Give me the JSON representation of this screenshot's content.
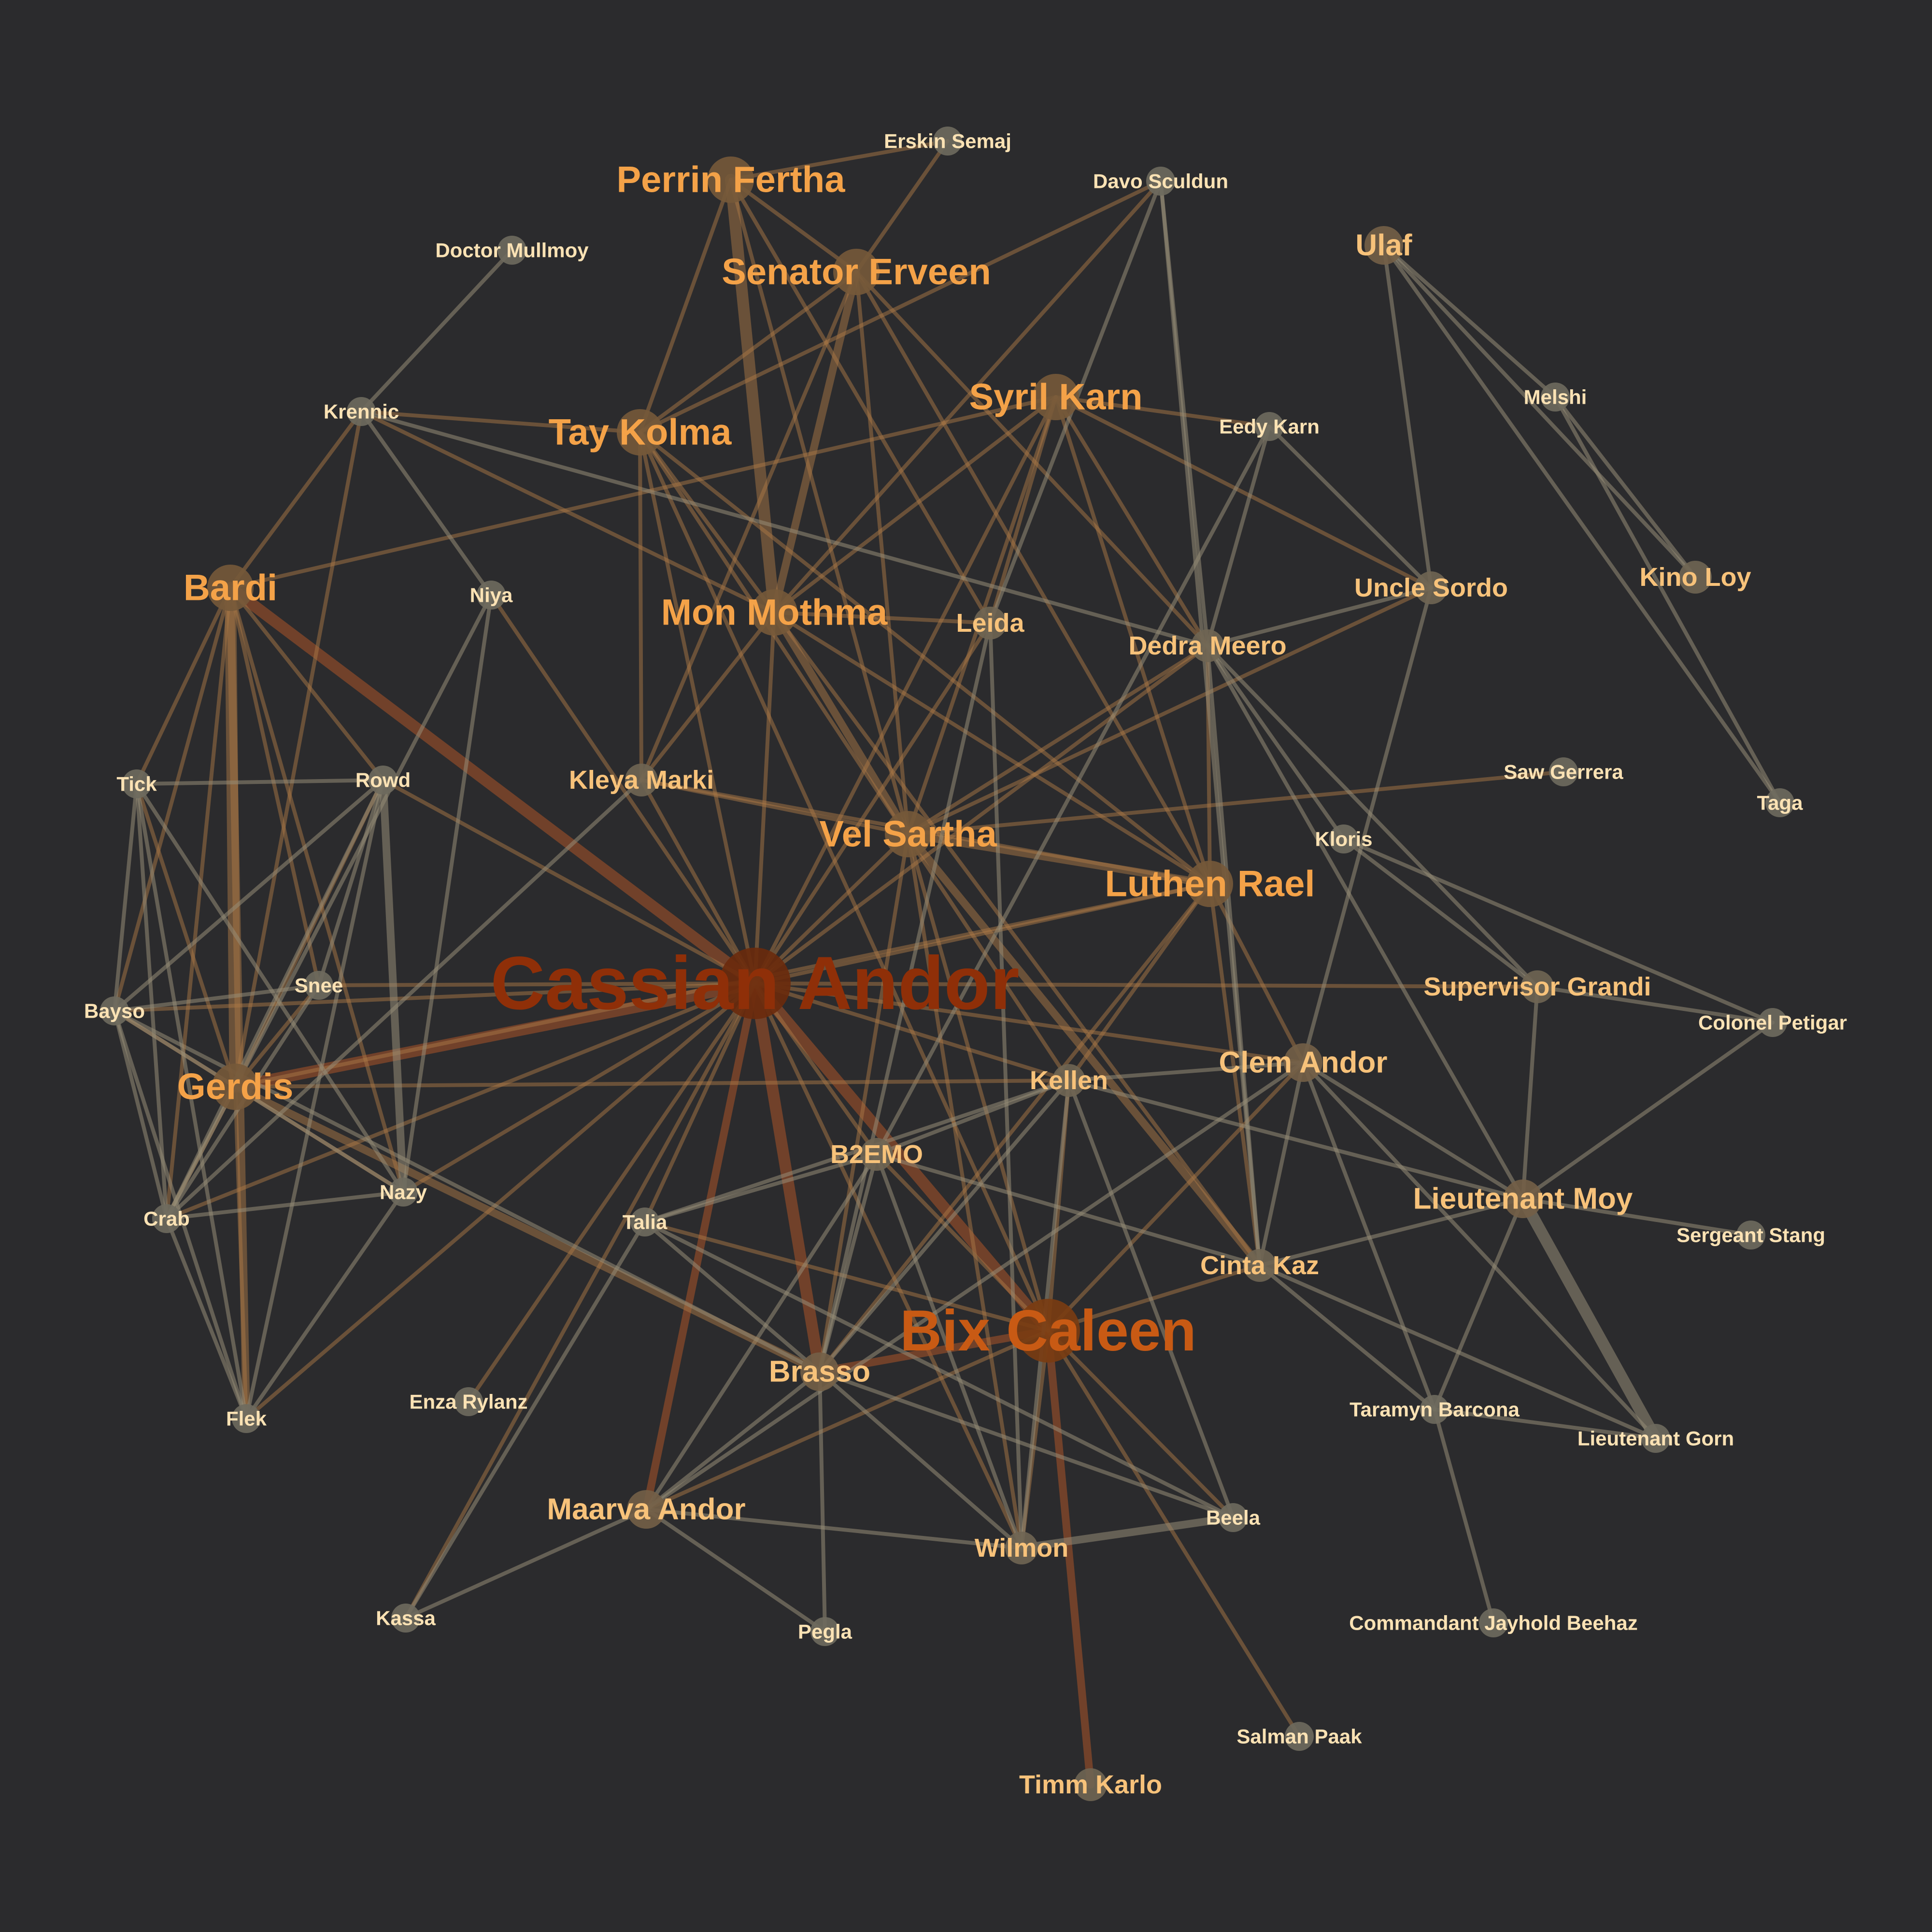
{
  "colors": {
    "background": "#2b2b2d",
    "node_default": "#6e6a5e",
    "label_minor": "#fbe2b4",
    "label_mid": "#f7c27a",
    "label_major": "#f4a248",
    "label_top": "#c85a14",
    "label_center": "#8f2f08"
  },
  "nodes": [
    {
      "id": "cassian",
      "label": "Cassian Andor",
      "tier": 5
    },
    {
      "id": "bix",
      "label": "Bix Caleen",
      "tier": 4
    },
    {
      "id": "mon",
      "label": "Mon Mothma",
      "tier": 3
    },
    {
      "id": "vel",
      "label": "Vel Sartha",
      "tier": 3
    },
    {
      "id": "luthen",
      "label": "Luthen Rael",
      "tier": 3
    },
    {
      "id": "syril",
      "label": "Syril Karn",
      "tier": 3
    },
    {
      "id": "erveen",
      "label": "Senator Erveen",
      "tier": 3
    },
    {
      "id": "perrin",
      "label": "Perrin Fertha",
      "tier": 3
    },
    {
      "id": "tay",
      "label": "Tay Kolma",
      "tier": 3
    },
    {
      "id": "bardi",
      "label": "Bardi",
      "tier": 3
    },
    {
      "id": "gerdis",
      "label": "Gerdis",
      "tier": 3
    },
    {
      "id": "clem",
      "label": "Clem Andor",
      "tier": 2
    },
    {
      "id": "maarva",
      "label": "Maarva Andor",
      "tier": 2
    },
    {
      "id": "brasso",
      "label": "Brasso",
      "tier": 2
    },
    {
      "id": "ulaf",
      "label": "Ulaf",
      "tier": 2
    },
    {
      "id": "moy",
      "label": "Lieutenant Moy",
      "tier": 2
    },
    {
      "id": "dedra",
      "label": "Dedra Meero",
      "tier": 1
    },
    {
      "id": "kleya",
      "label": "Kleya Marki",
      "tier": 1
    },
    {
      "id": "cinta",
      "label": "Cinta Kaz",
      "tier": 1
    },
    {
      "id": "leida",
      "label": "Leida",
      "tier": 1
    },
    {
      "id": "sordo",
      "label": "Uncle Sordo",
      "tier": 1
    },
    {
      "id": "grandi",
      "label": "Supervisor Grandi",
      "tier": 1
    },
    {
      "id": "kino",
      "label": "Kino Loy",
      "tier": 1
    },
    {
      "id": "wilmon",
      "label": "Wilmon",
      "tier": 1
    },
    {
      "id": "kellen",
      "label": "Kellen",
      "tier": 1
    },
    {
      "id": "b2emo",
      "label": "B2EMO",
      "tier": 1
    },
    {
      "id": "timm",
      "label": "Timm Karlo",
      "tier": 1
    },
    {
      "id": "davo",
      "label": "Davo Sculdun",
      "tier": 0
    },
    {
      "id": "erskin",
      "label": "Erskin Semaj",
      "tier": 0
    },
    {
      "id": "mullmoy",
      "label": "Doctor Mullmoy",
      "tier": 0
    },
    {
      "id": "krennic",
      "label": "Krennic",
      "tier": 0
    },
    {
      "id": "eedy",
      "label": "Eedy Karn",
      "tier": 0
    },
    {
      "id": "melshi",
      "label": "Melshi",
      "tier": 0
    },
    {
      "id": "niya",
      "label": "Niya",
      "tier": 0
    },
    {
      "id": "saw",
      "label": "Saw Gerrera",
      "tier": 0
    },
    {
      "id": "taga",
      "label": "Taga",
      "tier": 0
    },
    {
      "id": "kloris",
      "label": "Kloris",
      "tier": 0
    },
    {
      "id": "tick",
      "label": "Tick",
      "tier": 0
    },
    {
      "id": "rowd",
      "label": "Rowd",
      "tier": 0
    },
    {
      "id": "snee",
      "label": "Snee",
      "tier": 0
    },
    {
      "id": "bayso",
      "label": "Bayso",
      "tier": 0
    },
    {
      "id": "colonel",
      "label": "Colonel Petigar",
      "tier": 0
    },
    {
      "id": "crab",
      "label": "Crab",
      "tier": 0
    },
    {
      "id": "nazy",
      "label": "Nazy",
      "tier": 0
    },
    {
      "id": "talia",
      "label": "Talia",
      "tier": 0
    },
    {
      "id": "stang",
      "label": "Sergeant Stang",
      "tier": 0
    },
    {
      "id": "enza",
      "label": "Enza Rylanz",
      "tier": 0
    },
    {
      "id": "flek",
      "label": "Flek",
      "tier": 0
    },
    {
      "id": "taramyn",
      "label": "Taramyn Barcona",
      "tier": 0
    },
    {
      "id": "gorn",
      "label": "Lieutenant Gorn",
      "tier": 0
    },
    {
      "id": "beela",
      "label": "Beela",
      "tier": 0
    },
    {
      "id": "kassa",
      "label": "Kassa",
      "tier": 0
    },
    {
      "id": "pegla",
      "label": "Pegla",
      "tier": 0
    },
    {
      "id": "beehaz",
      "label": "Commandant Jayhold Beehaz",
      "tier": 0
    },
    {
      "id": "salman",
      "label": "Salman Paak",
      "tier": 0
    }
  ],
  "edges": [
    [
      "cassian",
      "bix",
      3
    ],
    [
      "cassian",
      "gerdis",
      3
    ],
    [
      "cassian",
      "bardi",
      3
    ],
    [
      "cassian",
      "brasso",
      3
    ],
    [
      "cassian",
      "maarva",
      2
    ],
    [
      "cassian",
      "mon",
      1
    ],
    [
      "cassian",
      "vel",
      1
    ],
    [
      "cassian",
      "luthen",
      1
    ],
    [
      "cassian",
      "syril",
      1
    ],
    [
      "cassian",
      "kleya",
      1
    ],
    [
      "cassian",
      "b2emo",
      1
    ],
    [
      "cassian",
      "kellen",
      1
    ],
    [
      "cassian",
      "talia",
      1
    ],
    [
      "cassian",
      "nazy",
      1
    ],
    [
      "cassian",
      "snee",
      1
    ],
    [
      "cassian",
      "bayso",
      1
    ],
    [
      "cassian",
      "crab",
      1
    ],
    [
      "cassian",
      "wilmon",
      1
    ],
    [
      "cassian",
      "kassa",
      1
    ],
    [
      "cassian",
      "enza",
      1
    ],
    [
      "cassian",
      "grandi",
      1
    ],
    [
      "cassian",
      "clem",
      1
    ],
    [
      "cassian",
      "dedra",
      1
    ],
    [
      "cassian",
      "leida",
      1
    ],
    [
      "cassian",
      "tay",
      1
    ],
    [
      "cassian",
      "niya",
      1
    ],
    [
      "cassian",
      "rowd",
      1
    ],
    [
      "cassian",
      "flek",
      1
    ],
    [
      "bix",
      "brasso",
      2
    ],
    [
      "bix",
      "maarva",
      1
    ],
    [
      "bix",
      "wilmon",
      1
    ],
    [
      "bix",
      "cinta",
      1
    ],
    [
      "bix",
      "clem",
      1
    ],
    [
      "bix",
      "beela",
      1
    ],
    [
      "bix",
      "timm",
      2
    ],
    [
      "bix",
      "salman",
      1
    ],
    [
      "bix",
      "kellen",
      1
    ],
    [
      "bix",
      "b2emo",
      1
    ],
    [
      "bix",
      "vel",
      1
    ],
    [
      "bix",
      "talia",
      1
    ],
    [
      "mon",
      "perrin",
      3
    ],
    [
      "mon",
      "erveen",
      2
    ],
    [
      "mon",
      "tay",
      1
    ],
    [
      "mon",
      "vel",
      2
    ],
    [
      "mon",
      "luthen",
      1
    ],
    [
      "mon",
      "kleya",
      1
    ],
    [
      "mon",
      "leida",
      1
    ],
    [
      "mon",
      "davo",
      1
    ],
    [
      "mon",
      "cinta",
      1
    ],
    [
      "mon",
      "syril",
      1
    ],
    [
      "mon",
      "krennic",
      1
    ],
    [
      "vel",
      "luthen",
      2
    ],
    [
      "vel",
      "cinta",
      2
    ],
    [
      "vel",
      "kleya",
      1
    ],
    [
      "vel",
      "saw",
      1
    ],
    [
      "vel",
      "perrin",
      1
    ],
    [
      "vel",
      "erveen",
      1
    ],
    [
      "vel",
      "syril",
      1
    ],
    [
      "vel",
      "dedra",
      1
    ],
    [
      "vel",
      "brasso",
      1
    ],
    [
      "vel",
      "sordo",
      1
    ],
    [
      "vel",
      "wilmon",
      1
    ],
    [
      "luthen",
      "kleya",
      1
    ],
    [
      "luthen",
      "cinta",
      1
    ],
    [
      "luthen",
      "clem",
      1
    ],
    [
      "luthen",
      "kellen",
      1
    ],
    [
      "luthen",
      "erveen",
      1
    ],
    [
      "luthen",
      "tay",
      1
    ],
    [
      "luthen",
      "syril",
      1
    ],
    [
      "luthen",
      "dedra",
      1
    ],
    [
      "luthen",
      "gerdis",
      1
    ],
    [
      "luthen",
      "brasso",
      1
    ],
    [
      "syril",
      "eedy",
      1
    ],
    [
      "syril",
      "dedra",
      1
    ],
    [
      "syril",
      "sordo",
      1
    ],
    [
      "syril",
      "bardi",
      1
    ],
    [
      "syril",
      "leida",
      1
    ],
    [
      "erveen",
      "perrin",
      1
    ],
    [
      "erveen",
      "erskin",
      1
    ],
    [
      "erveen",
      "tay",
      1
    ],
    [
      "erveen",
      "kleya",
      1
    ],
    [
      "erveen",
      "dedra",
      1
    ],
    [
      "perrin",
      "erskin",
      1
    ],
    [
      "perrin",
      "tay",
      1
    ],
    [
      "perrin",
      "leida",
      1
    ],
    [
      "tay",
      "krennic",
      1
    ],
    [
      "tay",
      "kellen",
      1
    ],
    [
      "tay",
      "bix",
      1
    ],
    [
      "davo",
      "dedra",
      1
    ],
    [
      "davo",
      "leida",
      1
    ],
    [
      "davo",
      "tay",
      1
    ],
    [
      "davo",
      "cinta",
      1
    ],
    [
      "eedy",
      "dedra",
      1
    ],
    [
      "eedy",
      "sordo",
      1
    ],
    [
      "eedy",
      "b2emo",
      1
    ],
    [
      "krennic",
      "mullmoy",
      1
    ],
    [
      "krennic",
      "dedra",
      1
    ],
    [
      "krennic",
      "bardi",
      1
    ],
    [
      "krennic",
      "niya",
      1
    ],
    [
      "krennic",
      "gerdis",
      1
    ],
    [
      "ulaf",
      "melshi",
      1
    ],
    [
      "ulaf",
      "kino",
      1
    ],
    [
      "ulaf",
      "taga",
      1
    ],
    [
      "ulaf",
      "sordo",
      1
    ],
    [
      "melshi",
      "kino",
      1
    ],
    [
      "melshi",
      "taga",
      1
    ],
    [
      "sordo",
      "clem",
      1
    ],
    [
      "sordo",
      "dedra",
      1
    ],
    [
      "dedra",
      "grandi",
      1
    ],
    [
      "dedra",
      "cinta",
      1
    ],
    [
      "dedra",
      "moy",
      1
    ],
    [
      "dedra",
      "kloris",
      1
    ],
    [
      "leida",
      "wilmon",
      1
    ],
    [
      "leida",
      "brasso",
      1
    ],
    [
      "kloris",
      "colonel",
      1
    ],
    [
      "kloris",
      "grandi",
      1
    ],
    [
      "grandi",
      "colonel",
      1
    ],
    [
      "grandi",
      "moy",
      1
    ],
    [
      "clem",
      "cinta",
      1
    ],
    [
      "clem",
      "taramyn",
      1
    ],
    [
      "clem",
      "gorn",
      1
    ],
    [
      "clem",
      "moy",
      1
    ],
    [
      "clem",
      "maarva",
      1
    ],
    [
      "clem",
      "kellen",
      1
    ],
    [
      "moy",
      "gorn",
      3
    ],
    [
      "moy",
      "stang",
      1
    ],
    [
      "moy",
      "taramyn",
      1
    ],
    [
      "moy",
      "colonel",
      1
    ],
    [
      "moy",
      "cinta",
      1
    ],
    [
      "moy",
      "kellen",
      1
    ],
    [
      "cinta",
      "taramyn",
      1
    ],
    [
      "cinta",
      "gorn",
      1
    ],
    [
      "cinta",
      "b2emo",
      1
    ],
    [
      "taramyn",
      "gorn",
      1
    ],
    [
      "taramyn",
      "beehaz",
      1
    ],
    [
      "kellen",
      "b2emo",
      1
    ],
    [
      "kellen",
      "brasso",
      1
    ],
    [
      "kellen",
      "beela",
      1
    ],
    [
      "kellen",
      "wilmon",
      1
    ],
    [
      "kellen",
      "gerdis",
      1
    ],
    [
      "kellen",
      "talia",
      1
    ],
    [
      "b2emo",
      "talia",
      1
    ],
    [
      "b2emo",
      "brasso",
      1
    ],
    [
      "b2emo",
      "maarva",
      1
    ],
    [
      "b2emo",
      "wilmon",
      1
    ],
    [
      "brasso",
      "maarva",
      1
    ],
    [
      "brasso",
      "wilmon",
      1
    ],
    [
      "brasso",
      "beela",
      1
    ],
    [
      "brasso",
      "pegla",
      1
    ],
    [
      "brasso",
      "talia",
      1
    ],
    [
      "brasso",
      "gerdis",
      2
    ],
    [
      "brasso",
      "bayso",
      1
    ],
    [
      "maarva",
      "wilmon",
      1
    ],
    [
      "maarva",
      "kassa",
      1
    ],
    [
      "maarva",
      "pegla",
      1
    ],
    [
      "wilmon",
      "beela",
      2
    ],
    [
      "talia",
      "beela",
      1
    ],
    [
      "talia",
      "kassa",
      1
    ],
    [
      "bardi",
      "gerdis",
      3
    ],
    [
      "bardi",
      "flek",
      2
    ],
    [
      "bardi",
      "tick",
      1
    ],
    [
      "bardi",
      "rowd",
      1
    ],
    [
      "bardi",
      "bayso",
      1
    ],
    [
      "bardi",
      "crab",
      1
    ],
    [
      "bardi",
      "nazy",
      1
    ],
    [
      "bardi",
      "snee",
      1
    ],
    [
      "gerdis",
      "bayso",
      1
    ],
    [
      "gerdis",
      "crab",
      1
    ],
    [
      "gerdis",
      "rowd",
      1
    ],
    [
      "gerdis",
      "flek",
      1
    ],
    [
      "gerdis",
      "tick",
      1
    ],
    [
      "gerdis",
      "snee",
      1
    ],
    [
      "gerdis",
      "nazy",
      1
    ],
    [
      "tick",
      "rowd",
      1
    ],
    [
      "tick",
      "bayso",
      1
    ],
    [
      "tick",
      "crab",
      1
    ],
    [
      "tick",
      "nazy",
      1
    ],
    [
      "tick",
      "flek",
      1
    ],
    [
      "rowd",
      "bayso",
      1
    ],
    [
      "rowd",
      "crab",
      1
    ],
    [
      "rowd",
      "nazy",
      2
    ],
    [
      "rowd",
      "flek",
      1
    ],
    [
      "rowd",
      "snee",
      1
    ],
    [
      "bayso",
      "crab",
      1
    ],
    [
      "bayso",
      "flek",
      1
    ],
    [
      "bayso",
      "nazy",
      1
    ],
    [
      "bayso",
      "snee",
      1
    ],
    [
      "crab",
      "nazy",
      1
    ],
    [
      "crab",
      "flek",
      1
    ],
    [
      "nazy",
      "flek",
      1
    ],
    [
      "snee",
      "crab",
      1
    ],
    [
      "niya",
      "nazy",
      1
    ],
    [
      "niya",
      "crab",
      1
    ],
    [
      "kleya",
      "crab",
      1
    ],
    [
      "kleya",
      "tay",
      1
    ]
  ]
}
